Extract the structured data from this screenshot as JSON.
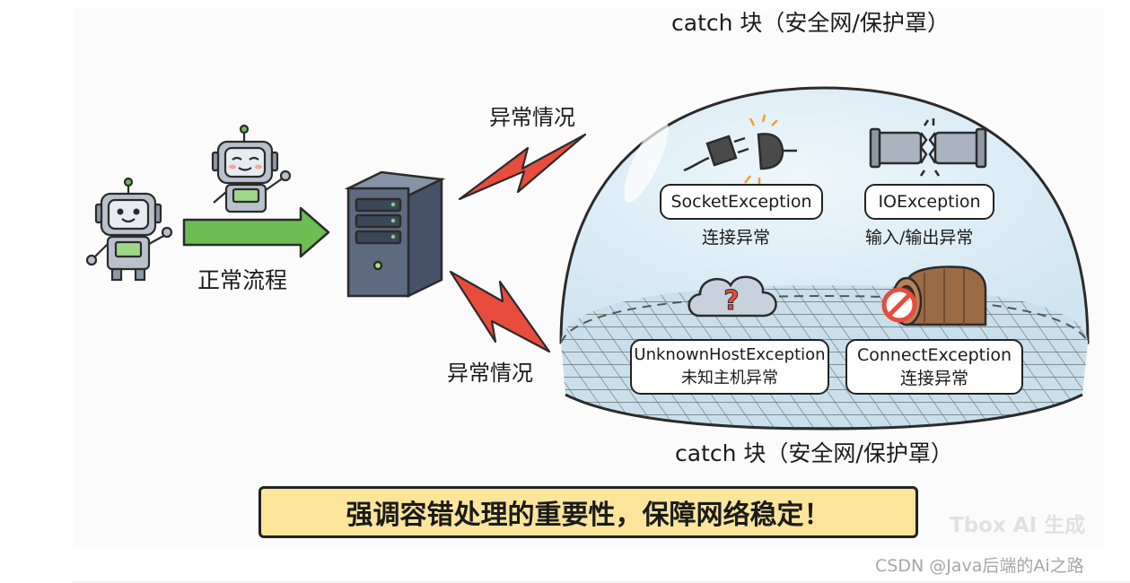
{
  "title_top": "catch 块（安全网/保护罩）",
  "title_bottom": "catch 块（安全网/保护罩）",
  "flow_label": "正常流程",
  "abnormal_label_top": "异常情况",
  "abnormal_label_bottom": "异常情况",
  "exceptions": [
    {
      "name": "SocketException",
      "desc": "连接异常",
      "icon": "unplugged-plug-icon"
    },
    {
      "name": "IOException",
      "desc": "输入/输出异常",
      "icon": "broken-pipe-icon"
    },
    {
      "name": "UnknownHostException",
      "desc": "未知主机异常",
      "icon": "question-cloud-icon"
    },
    {
      "name": "ConnectException",
      "desc": "连接异常",
      "icon": "blocked-tunnel-icon"
    }
  ],
  "banner_text": "强调容错处理的重要性，保障网络稳定！",
  "watermark_tbox": "Tbox AI 生成",
  "watermark_csdn": "CSDN @Java后端的Ai之路",
  "colors": {
    "dome": "#d8ebf5",
    "flow_arrow": "#6cbd52",
    "lightning": "#e84c3d",
    "banner": "#fbe59a",
    "server": "#5d6a80",
    "robot": "#b9c2cc"
  }
}
